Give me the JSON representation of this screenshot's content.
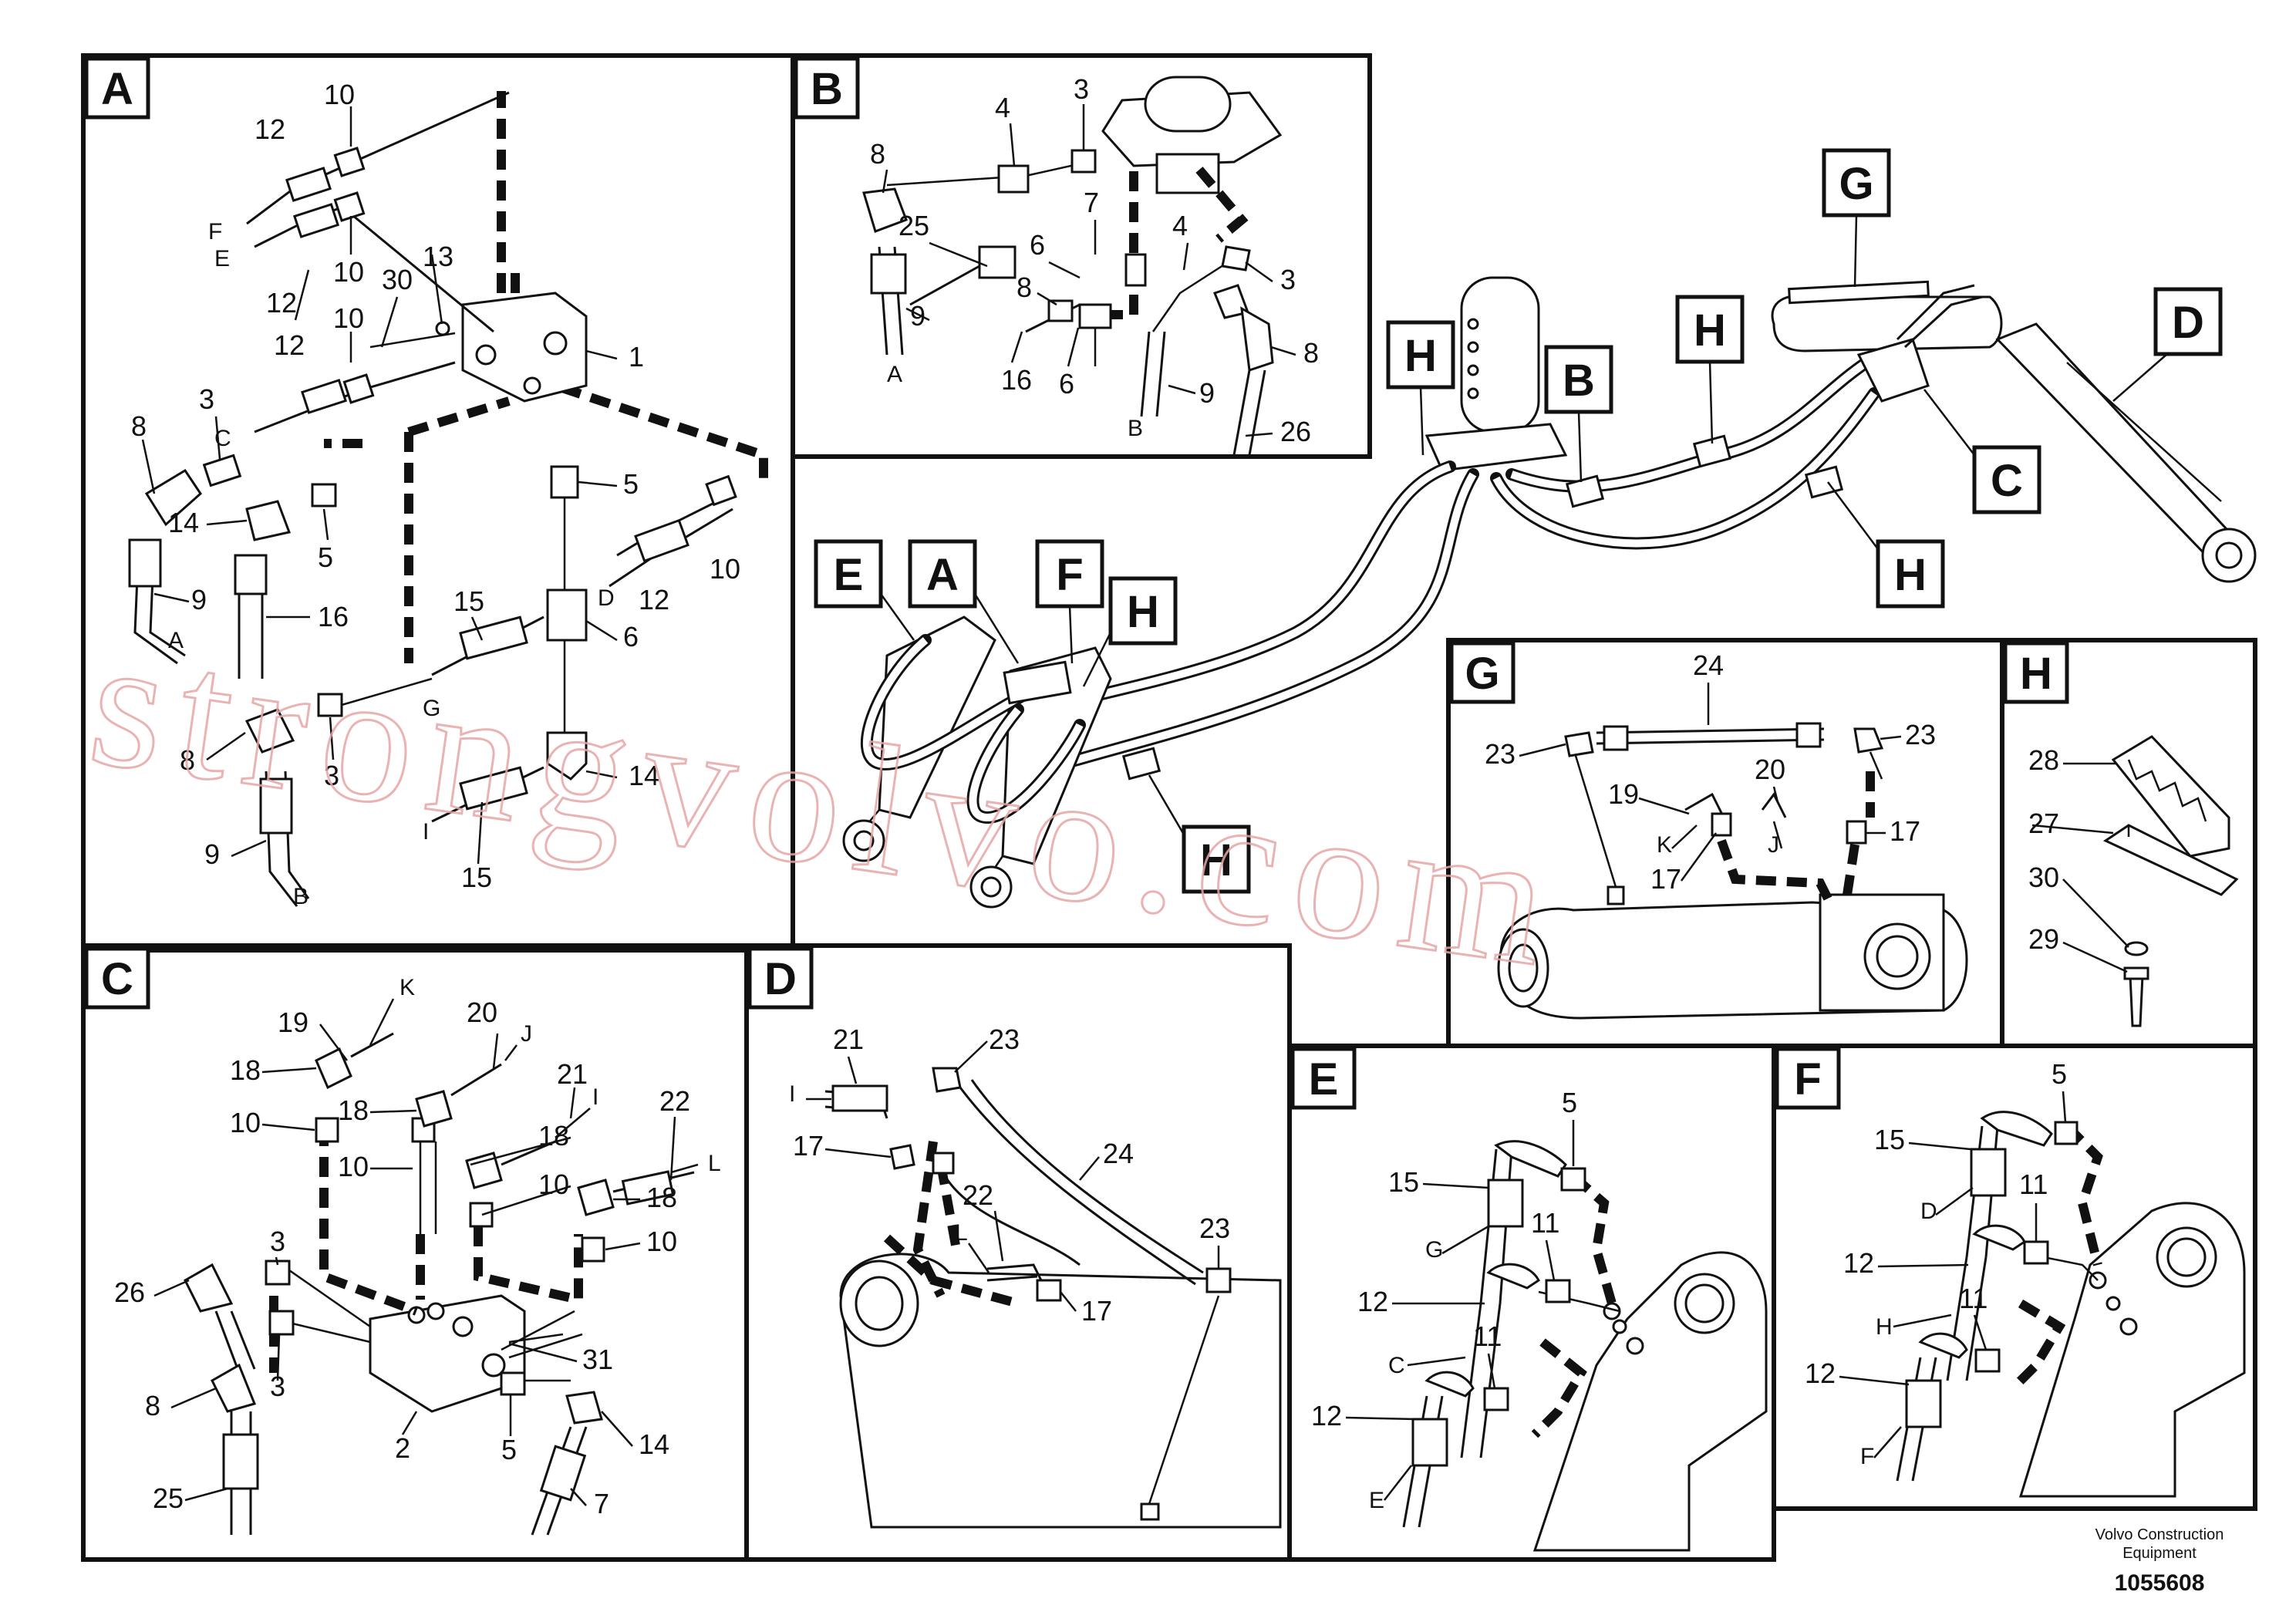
{
  "panels": {
    "A": {
      "tag": "A",
      "callouts": [
        "10",
        "12",
        "F",
        "E",
        "10",
        "12",
        "30",
        "13",
        "10",
        "12",
        "1",
        "3",
        "C",
        "8",
        "14",
        "5",
        "5",
        "D",
        "12",
        "10",
        "9",
        "A",
        "16",
        "15",
        "6",
        "G",
        "8",
        "3",
        "14",
        "9",
        "B",
        "I",
        "15"
      ]
    },
    "B": {
      "tag": "B",
      "callouts": [
        "4",
        "3",
        "8",
        "25",
        "7",
        "6",
        "8",
        "4",
        "3",
        "9",
        "A",
        "16",
        "6",
        "8",
        "9",
        "B",
        "26"
      ]
    },
    "C": {
      "tag": "C",
      "callouts": [
        "19",
        "K",
        "20",
        "J",
        "21",
        "18",
        "18",
        "I",
        "22",
        "10",
        "18",
        "10",
        "L",
        "10",
        "18",
        "10",
        "3",
        "26",
        "3",
        "8",
        "31",
        "2",
        "5",
        "14",
        "25",
        "7"
      ]
    },
    "D": {
      "tag": "D",
      "callouts": [
        "21",
        "23",
        "I",
        "17",
        "24",
        "22",
        "L",
        "23",
        "17"
      ]
    },
    "E": {
      "tag": "E",
      "callouts": [
        "5",
        "15",
        "G",
        "11",
        "12",
        "C",
        "11",
        "12",
        "E"
      ]
    },
    "F": {
      "tag": "F",
      "callouts": [
        "5",
        "15",
        "11",
        "D",
        "12",
        "H",
        "11",
        "12",
        "F"
      ]
    },
    "G": {
      "tag": "G",
      "callouts": [
        "24",
        "23",
        "23",
        "20",
        "19",
        "K",
        "J",
        "17",
        "17"
      ]
    },
    "H": {
      "tag": "H",
      "callouts": [
        "28",
        "27",
        "30",
        "29"
      ]
    }
  },
  "overview_tags": [
    "E",
    "A",
    "F",
    "H",
    "H",
    "B",
    "H",
    "H",
    "G",
    "C",
    "H",
    "D"
  ],
  "watermark": "strongvolvo.com",
  "credit": {
    "line1": "Volvo Construction",
    "line2": "Equipment"
  },
  "doc_number": "1055608"
}
